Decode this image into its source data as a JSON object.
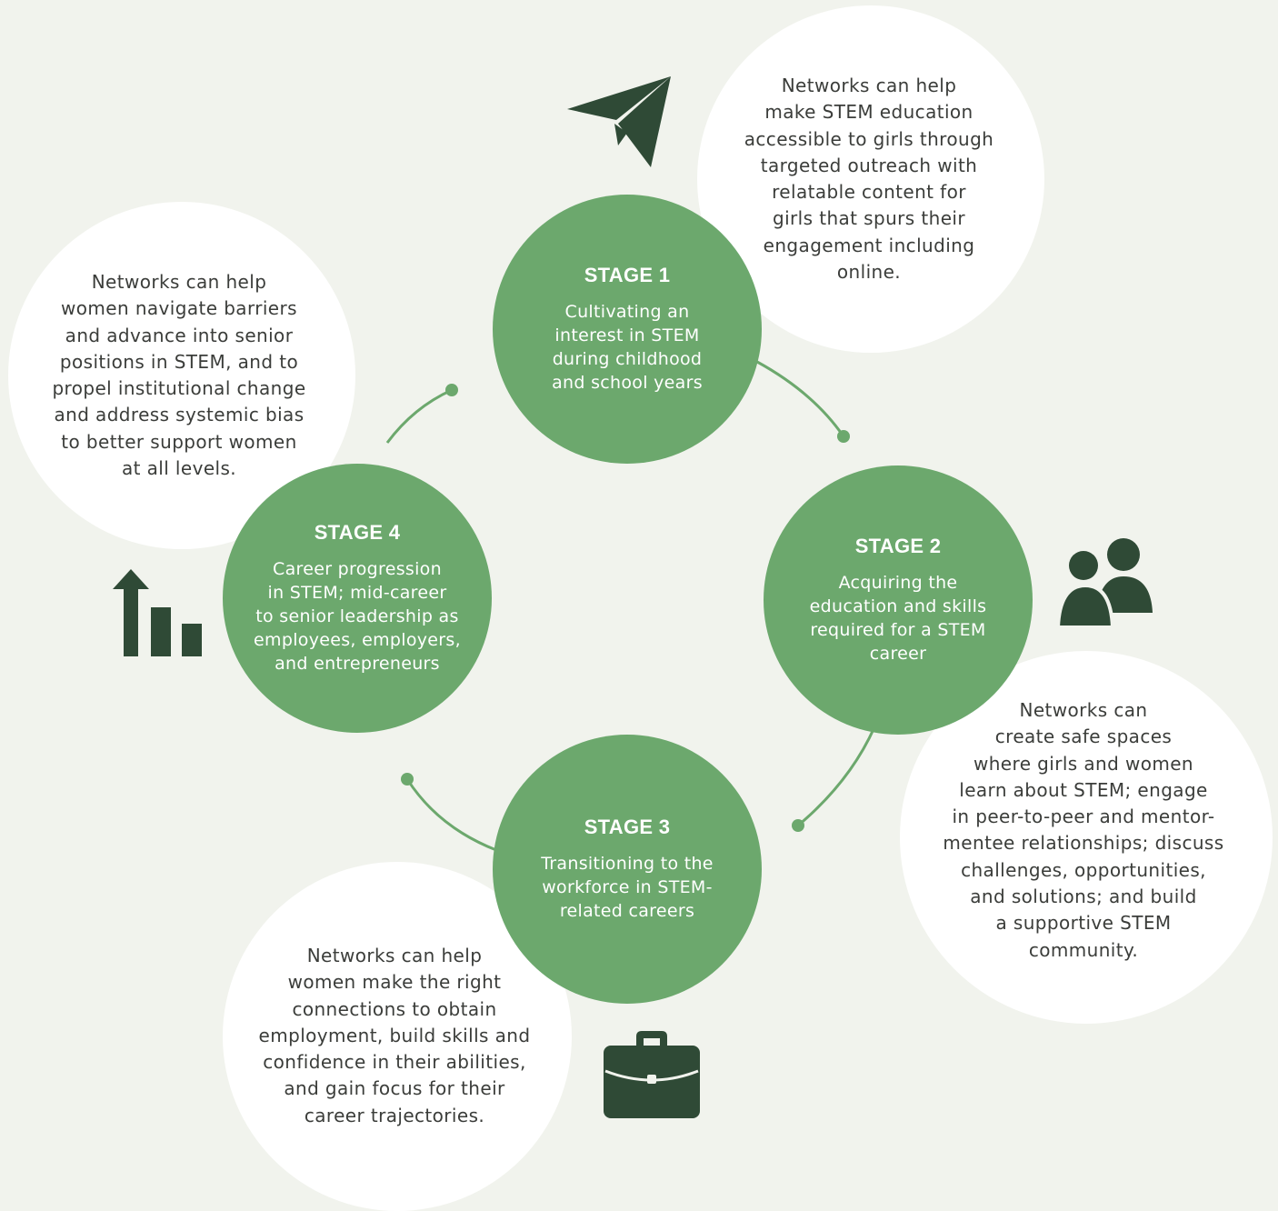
{
  "colors": {
    "background": "#f1f3ed",
    "stage_fill": "#6ca86d",
    "icon_fill": "#2f4a36",
    "bubble_fill": "#ffffff",
    "text": "#3b3d3a"
  },
  "stages": [
    {
      "title": "STAGE 1",
      "lines": [
        "Cultivating an",
        "interest in STEM",
        "during childhood",
        "and school years"
      ],
      "icon": "paper-plane-icon"
    },
    {
      "title": "STAGE 2",
      "lines": [
        "Acquiring the",
        "education and skills",
        "required for a STEM",
        "career"
      ],
      "icon": "people-icon"
    },
    {
      "title": "STAGE 3",
      "lines": [
        "Transitioning to the",
        "workforce in STEM-",
        "related careers"
      ],
      "icon": "briefcase-icon"
    },
    {
      "title": "STAGE 4",
      "lines": [
        "Career progression",
        "in STEM; mid-career",
        "to senior leadership as",
        "employees, employers,",
        "and entrepreneurs"
      ],
      "icon": "growth-bars-icon"
    }
  ],
  "bubbles": [
    {
      "lines": [
        "Networks can help",
        "make STEM education",
        "accessible to girls through",
        "targeted outreach with",
        "relatable content for",
        "girls that spurs their",
        "engagement including",
        "online."
      ]
    },
    {
      "lines": [
        "Networks can",
        "create safe spaces",
        "where girls and women",
        "learn about STEM; engage",
        "in peer-to-peer and mentor-",
        "mentee relationships; discuss",
        "challenges, opportunities,",
        "and solutions; and build",
        "a supportive STEM",
        "community."
      ]
    },
    {
      "lines": [
        "Networks can help",
        "women make the right",
        "connections to obtain",
        "employment, build skills and",
        "confidence in their abilities,",
        "and gain focus for their",
        "career trajectories."
      ]
    },
    {
      "lines": [
        "Networks can help",
        "women navigate barriers",
        "and advance into senior",
        "positions in STEM, and to",
        "propel institutional change",
        "and address systemic bias",
        "to better support women",
        "at all levels."
      ]
    }
  ]
}
